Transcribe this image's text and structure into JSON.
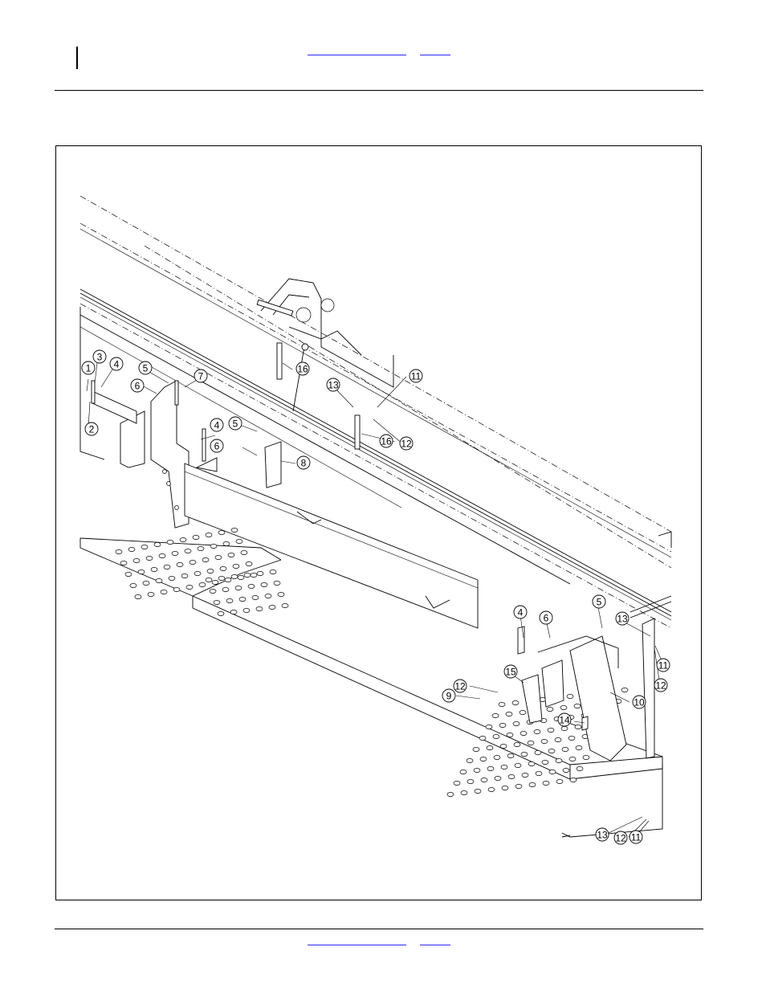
{
  "header": {
    "link_color": "#2a2aff",
    "rule_color": "#000000"
  },
  "figure": {
    "callouts": [
      "1",
      "2",
      "3",
      "4",
      "5",
      "6",
      "7",
      "4",
      "5",
      "6",
      "8",
      "16",
      "13",
      "11",
      "16",
      "12",
      "4",
      "6",
      "5",
      "13",
      "11",
      "12",
      "15",
      "12",
      "9",
      "10",
      "14",
      "13",
      "12",
      "11"
    ]
  }
}
